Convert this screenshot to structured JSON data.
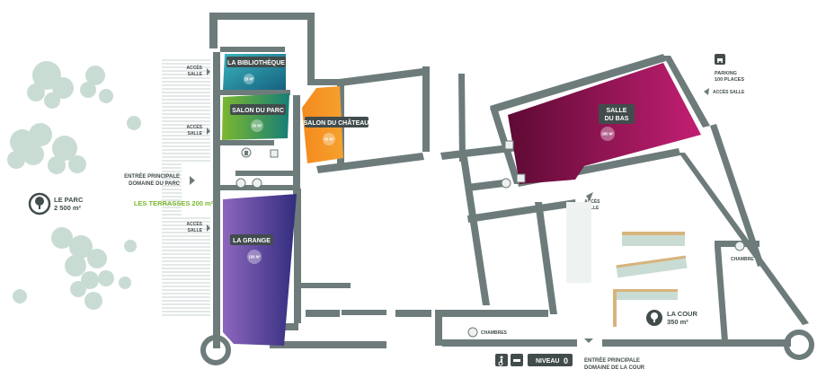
{
  "map": {
    "rooms": [
      {
        "name": "LA BIBLIOTHÈQUE",
        "area": "28 M²",
        "color_start": "#3aa7b5",
        "color_end": "#1a6f8a"
      },
      {
        "name": "SALON DU PARC",
        "area": "50 M²",
        "color_start": "#7bb82f",
        "color_end": "#1f8f7a"
      },
      {
        "name": "SALON DU CHÂTEAU",
        "area": "45 M²",
        "color_start": "#f39a1f",
        "color_end": "#ef6b22"
      },
      {
        "name": "LA GRANGE",
        "area": "156 M²",
        "color_start": "#8a63b8",
        "color_end": "#3b2d86"
      },
      {
        "name": "SALLE DU BAS",
        "area": "280 M²",
        "color_start": "#6a0b38",
        "color_end": "#c21e71"
      }
    ],
    "access_labels": [
      "ACCÈS SALLE",
      "ACCÈS SALLE",
      "ACCÈS SALLE",
      "ACCÈS SALLE",
      "ACCÈS SALLE"
    ],
    "park": {
      "name": "LE PARC",
      "area": "2 500 m²"
    },
    "terraces": "LES TERRASSES 200 m²",
    "main_entrance_park": [
      "ENTRÉE PRINCIPALE",
      "DOMAINE DU PARC"
    ],
    "main_entrance_court": [
      "ENTRÉE PRINCIPALE",
      "DOMAINE DE LA COUR"
    ],
    "court": {
      "name": "LA COUR",
      "area": "350 m²"
    },
    "parking": [
      "PARKING",
      "100 PLACES"
    ],
    "chambre_label": "CHAMBRE",
    "chambres_label": "CHAMBRES",
    "level": {
      "label": "NIVEAU",
      "number": "0"
    },
    "icons": [
      "tree-icon",
      "parking-icon",
      "wheelchair-icon",
      "accessible-parking-icon",
      "toilet-icon",
      "bed-icon",
      "chevron-right-icon"
    ],
    "colors": {
      "wall": "#6d7b7b",
      "tree": "#c9dcd4",
      "text": "#424c4c",
      "green": "#7cb82f"
    }
  }
}
